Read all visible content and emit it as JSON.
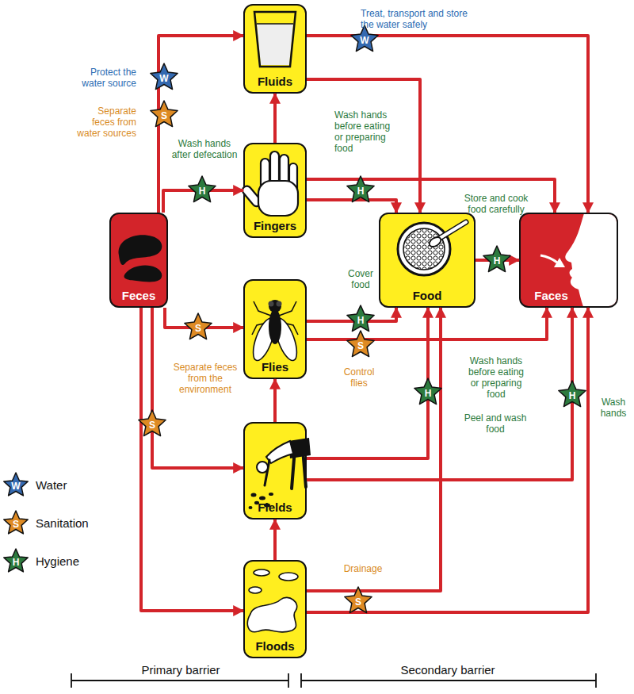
{
  "diagram": {
    "nodes": [
      {
        "text": [
          "Fluids"
        ]
      },
      {
        "text": [
          "Fingers"
        ]
      },
      {
        "text": [
          "Feces"
        ]
      },
      {
        "text": [
          "Food"
        ]
      },
      {
        "text": [
          "Faces"
        ]
      },
      {
        "text": [
          "Flies"
        ]
      },
      {
        "text": [
          "Fields"
        ]
      },
      {
        "text": [
          "Floods"
        ]
      }
    ],
    "edges": [
      {
        "from": 2,
        "to": 0,
        "arrow": "to"
      },
      {
        "from": 2,
        "to": 1,
        "arrow": "to"
      },
      {
        "from": 2,
        "to": 5,
        "arrow": "to"
      },
      {
        "from": 2,
        "to": 6,
        "arrow": "to"
      },
      {
        "from": 2,
        "to": 7,
        "arrow": "to"
      },
      {
        "from": 0,
        "to": 4,
        "arrow": "to"
      },
      {
        "from": 0,
        "to": 3,
        "arrow": "to"
      },
      {
        "from": 1,
        "to": 0,
        "arrow": "to"
      },
      {
        "from": 1,
        "to": 3,
        "arrow": "to"
      },
      {
        "from": 1,
        "to": 4,
        "arrow": "to"
      },
      {
        "from": 3,
        "to": 4,
        "arrow": "to"
      },
      {
        "from": 5,
        "to": 3,
        "arrow": "to"
      },
      {
        "from": 5,
        "to": 4,
        "arrow": "to"
      },
      {
        "from": 6,
        "to": 5,
        "arrow": "to"
      },
      {
        "from": 6,
        "to": 3,
        "arrow": "to"
      },
      {
        "from": 6,
        "to": 4,
        "arrow": "to"
      },
      {
        "from": 7,
        "to": 6,
        "arrow": "to"
      },
      {
        "from": 7,
        "to": 3,
        "arrow": "to"
      },
      {
        "from": 7,
        "to": 4,
        "arrow": "to"
      }
    ],
    "labels": [
      "Treat, transport and store the water safely",
      "W",
      "Protect the water source",
      "W",
      "Separate feces from water sources",
      "S",
      "Wash hands before eating or preparing food",
      "Wash hands after defecation",
      "H",
      "H",
      "Store and cook food carefully",
      "H",
      "Cover food",
      "H",
      "S",
      "S",
      "Control flies",
      "Separate feces from the environment",
      "Wash hands before eating or preparing food",
      "H",
      "H",
      "Wash hands",
      "Peel and wash food",
      "S",
      "Drainage",
      "S",
      "Primary barrier",
      "Secondary barrier",
      "W",
      "S",
      "H"
    ],
    "legend": [
      {
        "text": "Water"
      },
      {
        "text": "Sanitation"
      },
      {
        "text": "Hygiene"
      }
    ]
  }
}
